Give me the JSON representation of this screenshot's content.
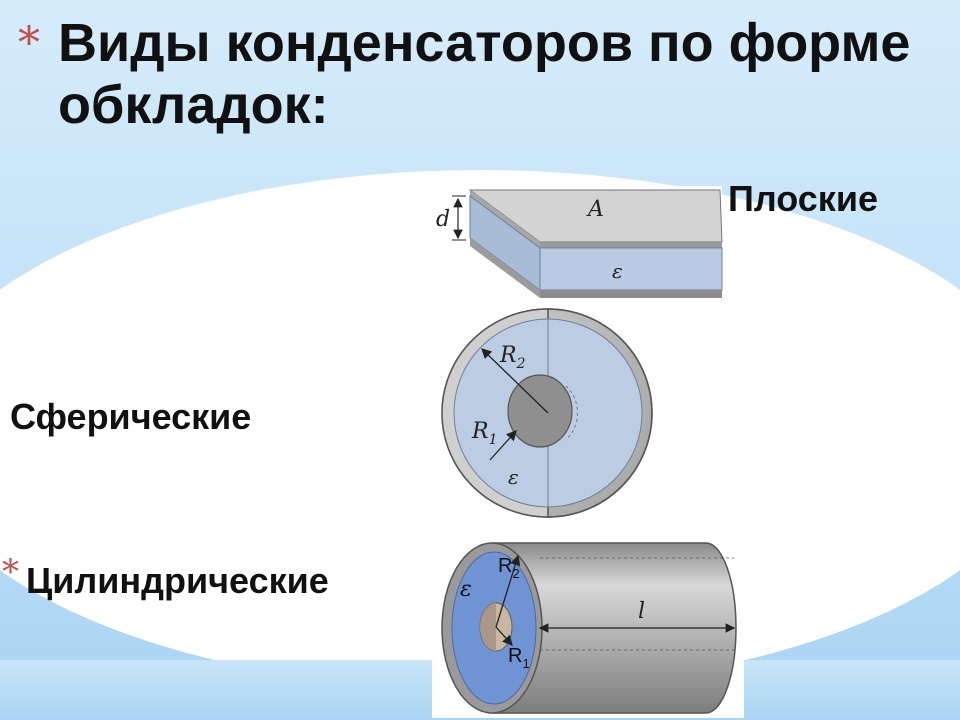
{
  "slide": {
    "title_bullet": "*",
    "title": "Виды конденсаторов по форме обкладок:",
    "labels": {
      "flat": "Плоские",
      "spherical": "Сферические",
      "cylindrical_bullet": "*",
      "cylindrical": "Цилиндрические"
    },
    "flat_figure": {
      "d": "d",
      "A": "A",
      "eps": "ε"
    },
    "spherical_figure": {
      "R2": "R",
      "R2_sub": "2",
      "R1": "R",
      "R1_sub": "1",
      "eps": "ε"
    },
    "cylindrical_figure": {
      "eps": "ε",
      "R2": "R",
      "R2_sub": "2",
      "R1": "R",
      "R1_sub": "1",
      "l": "l"
    }
  }
}
